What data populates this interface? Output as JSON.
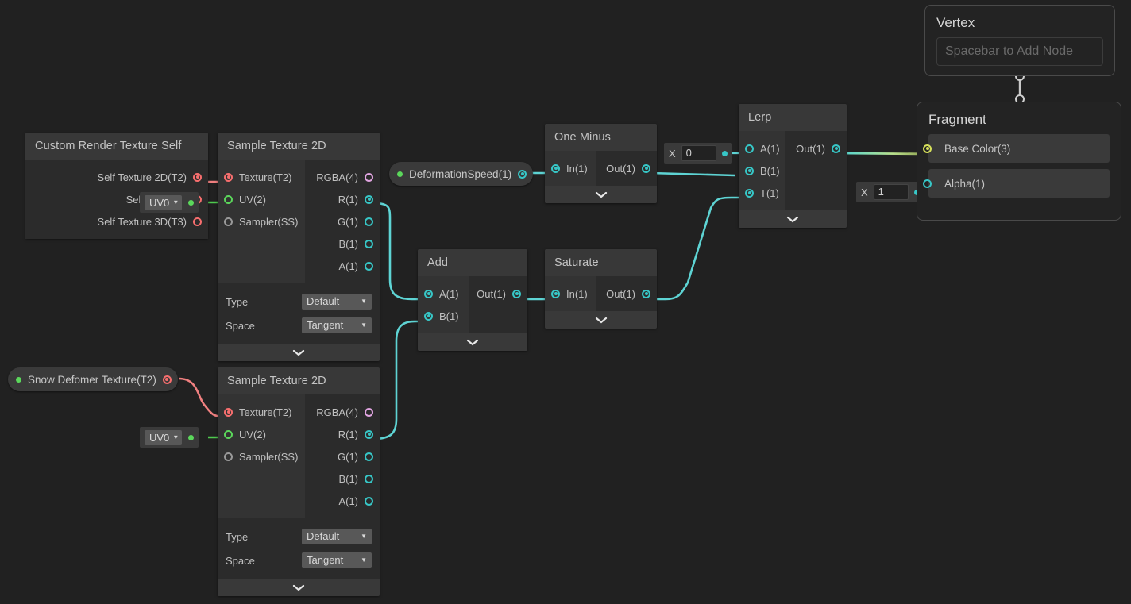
{
  "app": {
    "background": "#212121",
    "accent_cyan": "#37c7c7",
    "accent_green": "#5bd75b",
    "accent_red": "#f76e6e",
    "accent_yellow": "#d6e05a"
  },
  "nodes": {
    "custom_render_texture_self": {
      "title": "Custom Render Texture Self",
      "outputs": [
        {
          "label": "Self Texture 2D(T2)",
          "type": "texture2d",
          "connected": true
        },
        {
          "label": "Self Texture (",
          "type": "texture2d",
          "connected": false
        },
        {
          "label": "Self Texture 3D(T3)",
          "type": "texture2d",
          "connected": false
        }
      ]
    },
    "sample_texture_2d_top": {
      "title": "Sample Texture 2D",
      "inputs": [
        {
          "label": "Texture(T2)",
          "type": "texture",
          "connected": true
        },
        {
          "label": "UV(2)",
          "type": "uv",
          "connected": true
        },
        {
          "label": "Sampler(SS)",
          "type": "sampler",
          "connected": false
        }
      ],
      "outputs": [
        {
          "label": "RGBA(4)",
          "type": "vec4",
          "connected": false
        },
        {
          "label": "R(1)",
          "type": "float",
          "connected": true
        },
        {
          "label": "G(1)",
          "type": "float",
          "connected": false
        },
        {
          "label": "B(1)",
          "type": "float",
          "connected": false
        },
        {
          "label": "A(1)",
          "type": "float",
          "connected": false
        }
      ],
      "settings": [
        {
          "label": "Type",
          "value": "Default"
        },
        {
          "label": "Space",
          "value": "Tangent"
        }
      ]
    },
    "sample_texture_2d_bottom": {
      "title": "Sample Texture 2D",
      "inputs": [
        {
          "label": "Texture(T2)",
          "type": "texture",
          "connected": true
        },
        {
          "label": "UV(2)",
          "type": "uv",
          "connected": true
        },
        {
          "label": "Sampler(SS)",
          "type": "sampler",
          "connected": false
        }
      ],
      "outputs": [
        {
          "label": "RGBA(4)",
          "type": "vec4",
          "connected": false
        },
        {
          "label": "R(1)",
          "type": "float",
          "connected": true
        },
        {
          "label": "G(1)",
          "type": "float",
          "connected": false
        },
        {
          "label": "B(1)",
          "type": "float",
          "connected": false
        },
        {
          "label": "A(1)",
          "type": "float",
          "connected": false
        }
      ],
      "settings": [
        {
          "label": "Type",
          "value": "Default"
        },
        {
          "label": "Space",
          "value": "Tangent"
        }
      ]
    },
    "add": {
      "title": "Add",
      "inputs": [
        {
          "label": "A(1)",
          "type": "float",
          "connected": true
        },
        {
          "label": "B(1)",
          "type": "float",
          "connected": true
        }
      ],
      "outputs": [
        {
          "label": "Out(1)",
          "type": "float",
          "connected": true
        }
      ]
    },
    "saturate": {
      "title": "Saturate",
      "inputs": [
        {
          "label": "In(1)",
          "type": "float",
          "connected": true
        }
      ],
      "outputs": [
        {
          "label": "Out(1)",
          "type": "float",
          "connected": true
        }
      ]
    },
    "one_minus": {
      "title": "One Minus",
      "inputs": [
        {
          "label": "In(1)",
          "type": "float",
          "connected": true
        }
      ],
      "outputs": [
        {
          "label": "Out(1)",
          "type": "float",
          "connected": true
        }
      ]
    },
    "lerp": {
      "title": "Lerp",
      "inputs": [
        {
          "label": "A(1)",
          "type": "float",
          "connected": false
        },
        {
          "label": "B(1)",
          "type": "float",
          "connected": true
        },
        {
          "label": "T(1)",
          "type": "float",
          "connected": true
        }
      ],
      "outputs": [
        {
          "label": "Out(1)",
          "type": "float",
          "connected": true
        }
      ]
    }
  },
  "properties": {
    "deformation_speed": {
      "label": "DeformationSpeed(1)",
      "type": "float"
    },
    "snow_deformer_texture": {
      "label": "Snow Defomer Texture(T2)",
      "type": "texture2d"
    }
  },
  "uv_slots": {
    "top": {
      "value": "UV0"
    },
    "bottom": {
      "value": "UV0"
    }
  },
  "value_slots": {
    "lerp_a": {
      "axis_label": "X",
      "value": "0"
    },
    "alpha": {
      "axis_label": "X",
      "value": "1"
    }
  },
  "master": {
    "vertex": {
      "title": "Vertex",
      "empty_slot_placeholder": "Spacebar to Add Node"
    },
    "fragment": {
      "title": "Fragment",
      "blocks": [
        {
          "label": "Base Color(3)",
          "type": "color3",
          "connected": true
        },
        {
          "label": "Alpha(1)",
          "type": "float",
          "connected": true
        }
      ]
    }
  },
  "icons": {
    "caret_down": "▼",
    "chevron_down": "⌄"
  }
}
